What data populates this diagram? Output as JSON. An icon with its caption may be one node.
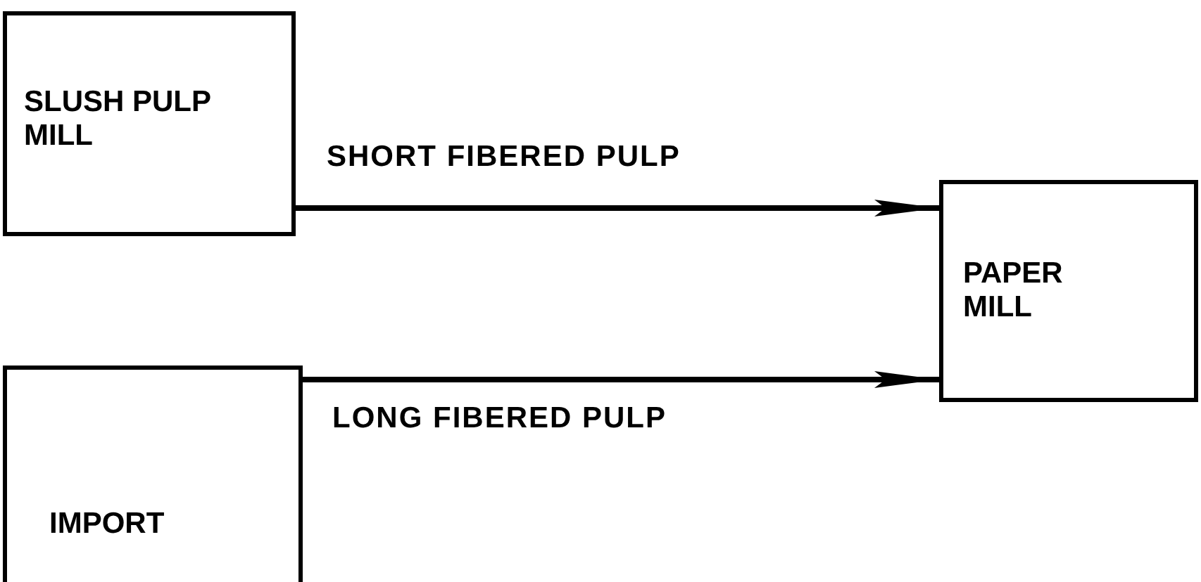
{
  "diagram": {
    "nodes": [
      {
        "text": [
          "SLUSH PULP MILL"
        ]
      },
      {
        "text": [
          "PAPER MILL"
        ]
      },
      {
        "text": [
          "IMPORT"
        ]
      }
    ],
    "edges": [
      {
        "from": 0,
        "to": 1,
        "arrow": "to",
        "label": "SHORT FIBERED PULP"
      },
      {
        "from": 2,
        "to": 1,
        "arrow": "to",
        "label": "LONG FIBERED PULP"
      }
    ]
  }
}
